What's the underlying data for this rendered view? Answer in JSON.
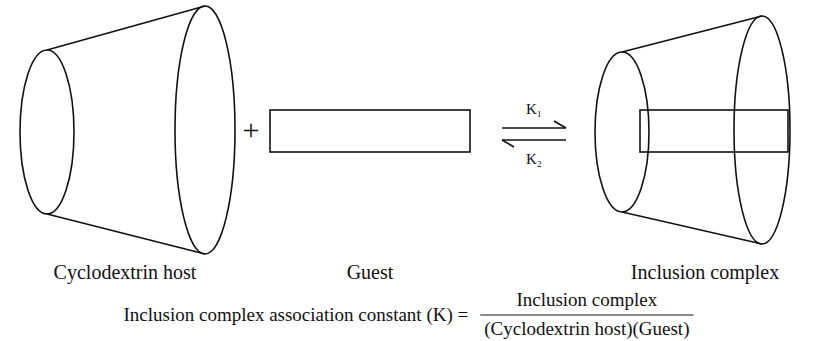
{
  "diagram": {
    "labels": [
      "+",
      "K₁",
      "K₂",
      "Cyclodextrin host",
      "Guest",
      "Inclusion complex",
      "Inclusion complex association constant (K) =",
      "Inclusion complex",
      "(Cyclodextrin host)(Guest)"
    ]
  }
}
